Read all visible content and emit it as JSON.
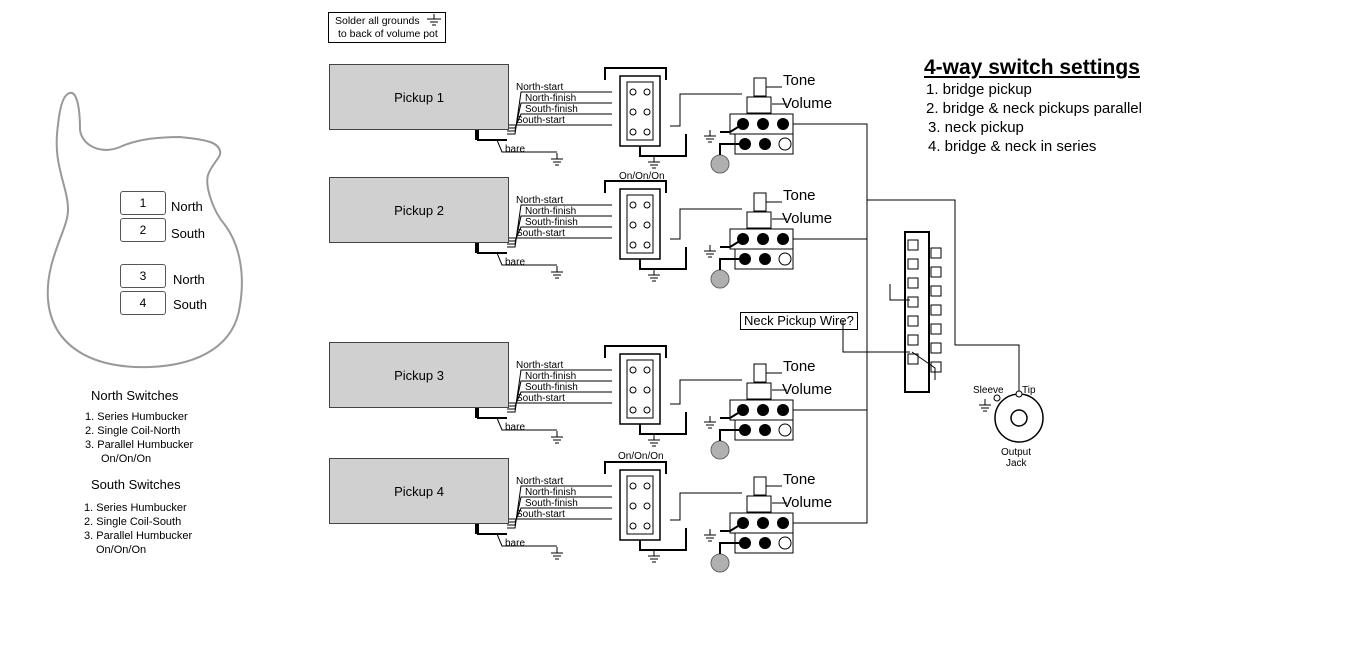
{
  "note": {
    "line1": "Solder all grounds",
    "line2": "to back of volume pot"
  },
  "pickups": [
    {
      "label": "Pickup 1",
      "switch_label": ""
    },
    {
      "label": "Pickup 2",
      "switch_label": "On/On/On"
    },
    {
      "label": "Pickup 3",
      "switch_label": ""
    },
    {
      "label": "Pickup 4",
      "switch_label": "On/On/On"
    }
  ],
  "wires": {
    "north_start": "North-start",
    "north_finish": "North-finish",
    "south_finish": "South-finish",
    "south_start": "South-start",
    "bare": "bare"
  },
  "pots": {
    "tone": "Tone",
    "volume": "Volume"
  },
  "settings": {
    "title": "4-way switch settings",
    "items": [
      "1. bridge pickup",
      "2. bridge & neck pickups parallel",
      "3. neck pickup",
      "4. bridge & neck in series"
    ]
  },
  "neck_wire": "Neck Pickup Wire?",
  "jack": {
    "sleeve": "Sleeve",
    "tip": "Tip",
    "label1": "Output",
    "label2": "Jack"
  },
  "body": {
    "boxes": [
      "1",
      "2",
      "3",
      "4"
    ],
    "box_labels": [
      "North",
      "South",
      "North",
      "South"
    ]
  },
  "north_switches": {
    "title": "North Switches",
    "items": [
      "1. Series Humbucker",
      "2. Single Coil-North",
      "3. Parallel Humbucker"
    ],
    "tail": "On/On/On"
  },
  "south_switches": {
    "title": "South Switches",
    "items": [
      "1. Series Humbucker",
      "2. Single Coil-South",
      "3. Parallel Humbucker"
    ],
    "tail": "On/On/On"
  },
  "colors": {
    "pickup_fill": "#d0d0d0",
    "line": "#000000",
    "pot_knob": "#b0b0b0"
  }
}
